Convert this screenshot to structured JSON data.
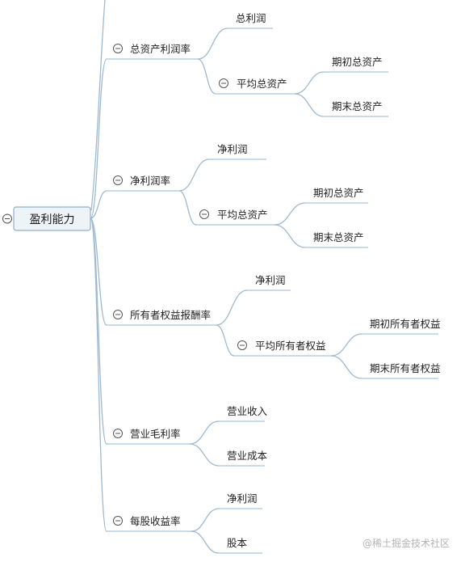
{
  "root": "盈利能力",
  "branches": [
    {
      "label": "总资产利润率",
      "children": [
        {
          "label": "总利润"
        },
        {
          "label": "平均总资产",
          "children": [
            {
              "label": "期初总资产"
            },
            {
              "label": "期末总资产"
            }
          ]
        }
      ]
    },
    {
      "label": "净利润率",
      "children": [
        {
          "label": "净利润"
        },
        {
          "label": "平均总资产",
          "children": [
            {
              "label": "期初总资产"
            },
            {
              "label": "期末总资产"
            }
          ]
        }
      ]
    },
    {
      "label": "所有者权益报酬率",
      "children": [
        {
          "label": "净利润"
        },
        {
          "label": "平均所有者权益",
          "children": [
            {
              "label": "期初所有者权益"
            },
            {
              "label": "期末所有者权益"
            }
          ]
        }
      ]
    },
    {
      "label": "营业毛利率",
      "children": [
        {
          "label": "营业收入"
        },
        {
          "label": "营业成本"
        }
      ]
    },
    {
      "label": "每股收益率",
      "children": [
        {
          "label": "净利润"
        },
        {
          "label": "股本"
        }
      ]
    }
  ],
  "watermark": "@稀土掘金技术社区"
}
